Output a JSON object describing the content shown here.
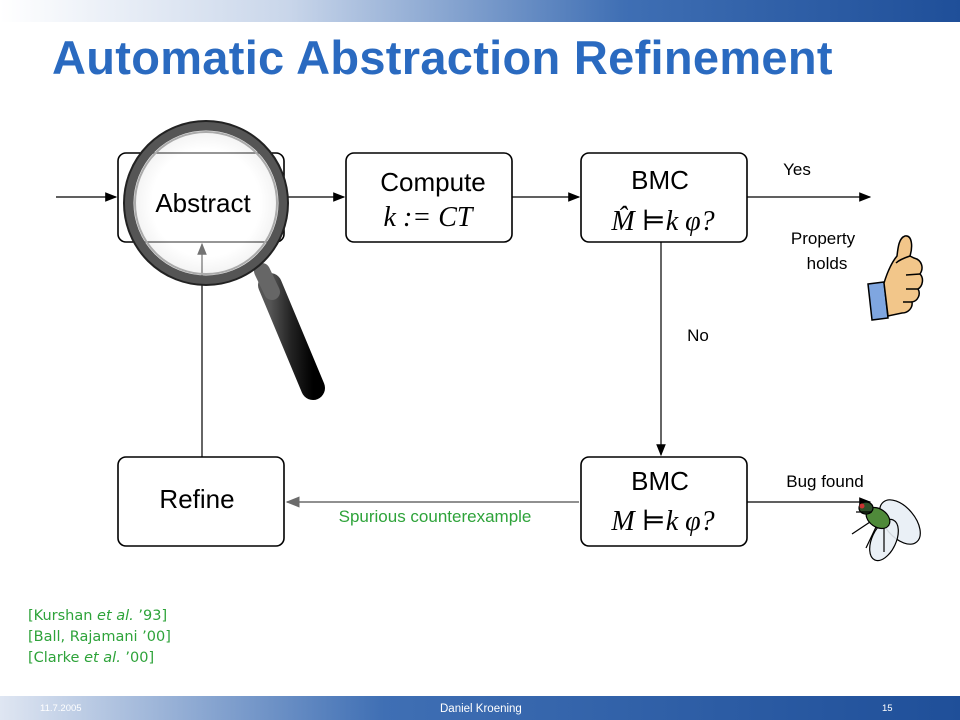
{
  "title": "Automatic Abstraction Refinement",
  "diagram": {
    "nodes": {
      "abstract": "Abstract",
      "compute": "Compute",
      "compute_formula": "k := CT",
      "bmc_top": "BMC",
      "bmc_top_formula": "M̂ ⊨k φ?",
      "bmc_bottom": "BMC",
      "bmc_bottom_formula": "M ⊨k φ?",
      "refine": "Refine"
    },
    "edges": {
      "yes": "Yes",
      "property_holds_1": "Property",
      "property_holds_2": "holds",
      "no": "No",
      "bug_found": "Bug found",
      "spurious": "Spurious counterexample"
    }
  },
  "references": [
    {
      "pre": "[Kurshan ",
      "em": "et al.",
      "post": " ’93]"
    },
    {
      "pre": "[Ball, Rajamani ’00]",
      "em": "",
      "post": ""
    },
    {
      "pre": "[Clarke ",
      "em": "et al.",
      "post": " ’00]"
    }
  ],
  "footer": {
    "date": "11.7.2005",
    "author": "Daniel Kroening",
    "page": "15"
  },
  "colors": {
    "title": "#2a6ac0",
    "accent_green": "#2ea33a",
    "bar_blue": "#1f4f99"
  }
}
